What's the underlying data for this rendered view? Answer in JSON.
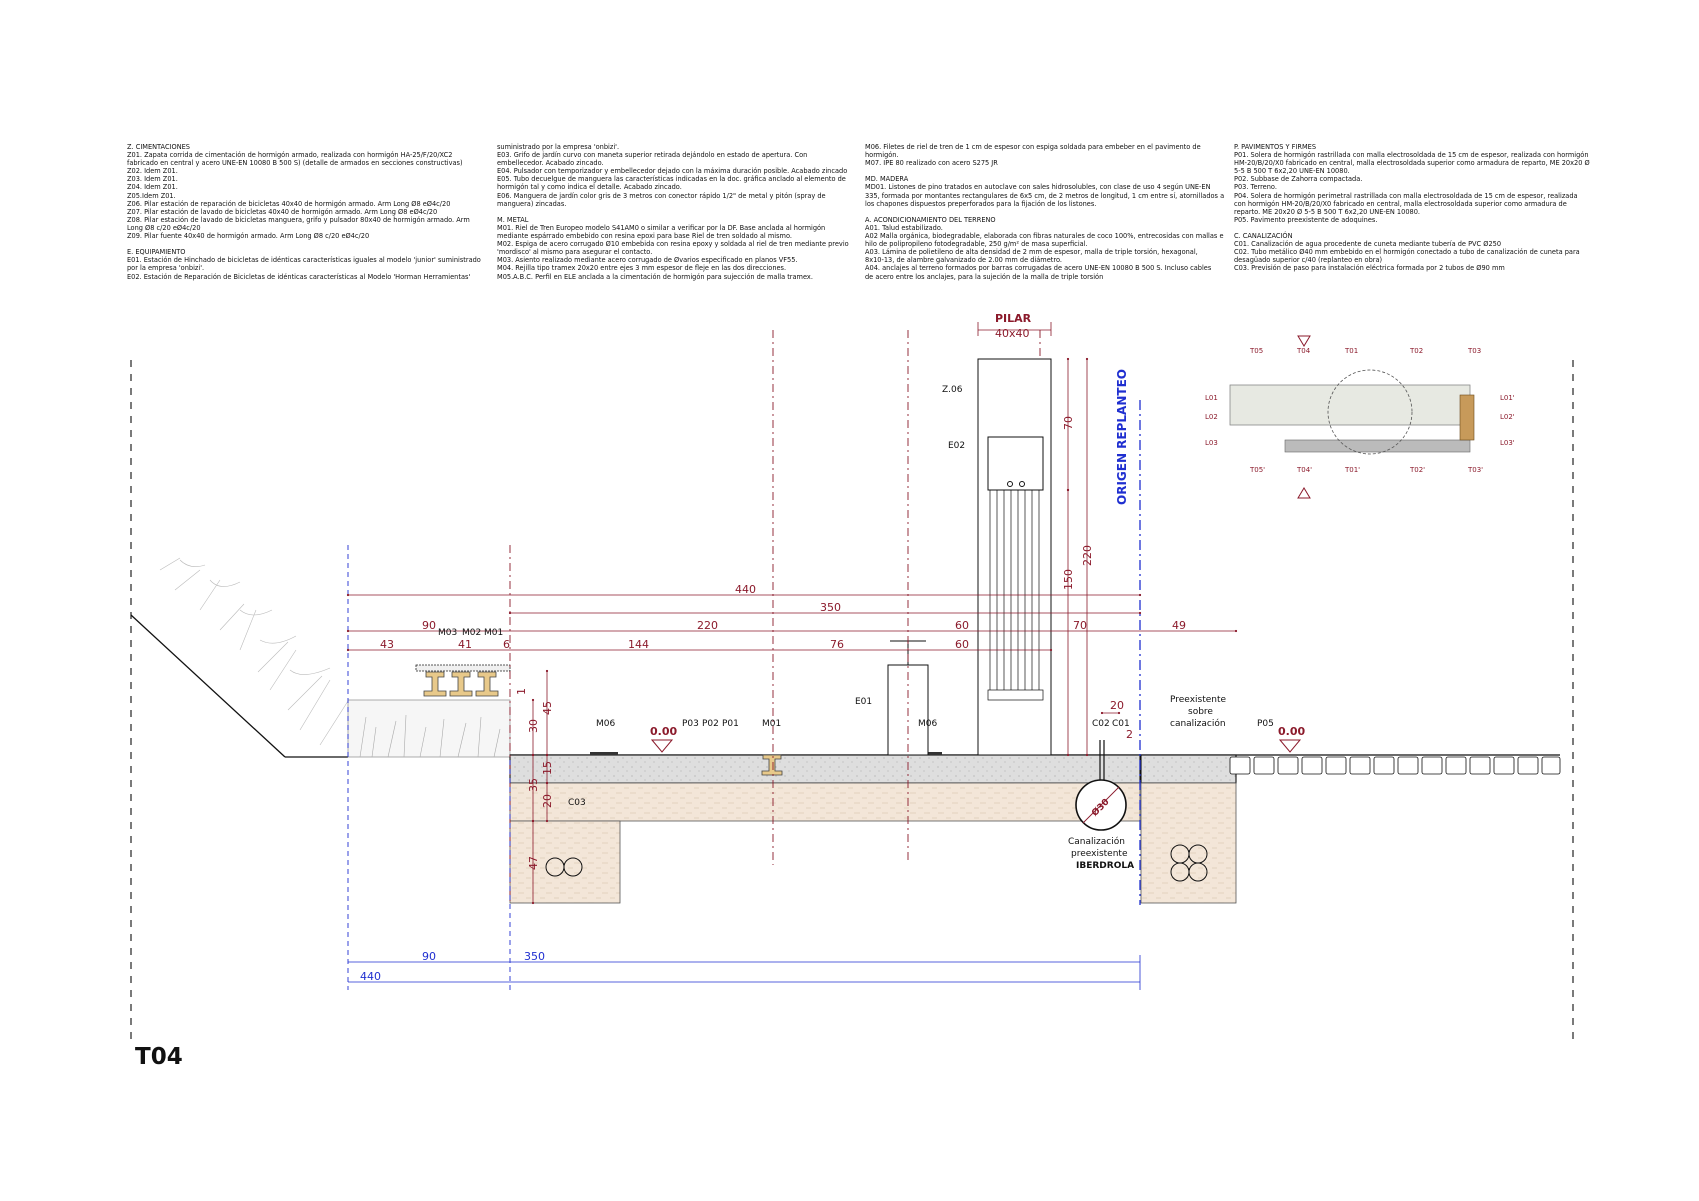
{
  "legend": {
    "col1": [
      "Z.         CIMENTACIONES",
      "Z01. Zapata corrida de cimentación de hormigón armado, realizada con hormigón HA-25/F/20/XC2",
      "fabricado en central y acero UNE-EN 10080 B 500 S) (detalle de armados en secciones constructivas)",
      "Z02. Idem Z01.",
      "Z03. Idem Z01.",
      "Z04. Idem Z01.",
      "Z05.Idem Z01.",
      "Z06. Pilar estación de reparación de bicicletas 40x40 de hormigón armado. Arm Long Ø8 eØ4c/20",
      "Z07. Pilar estación de lavado de bicicletas 40x40 de hormigón armado. Arm Long Ø8 eØ4c/20",
      "Z08. Pilar estación de lavado de bicicletas manguera, grifo y pulsador  80x40 de hormigón armado. Arm",
      "Long Ø8 c/20 eØ4c/20",
      "Z09. Pilar fuente 40x40 de hormigón armado. Arm Long Ø8 c/20 eØ4c/20",
      "",
      "E.         EQUIPAMIENTO",
      "E01. Estación de Hinchado de bicicletas de idénticas características iguales al modelo 'junior' suministrado",
      "por la empresa 'onbizi'.",
      "E02. Estación de Reparación de Bicicletas de idénticas características al Modelo 'Horman Herramientas'"
    ],
    "col2": [
      "suministrado por la empresa 'onbizi'.",
      "E03. Grifo de jardín curvo con maneta superior retirada dejándolo en estado de apertura. Con",
      "embellecedor. Acabado zincado.",
      "E04. Pulsador con temporizador y embellecedor dejado con la máxima duración posible. Acabado zincado",
      "E05. Tubo decuelgue de manguera las características indicadas en la doc. gráfica anclado al elemento de",
      "hormigón tal y como indica el detalle. Acabado zincado.",
      "E06. Manguera de jardín color gris de 3 metros con conector rápido 1/2\" de metal y pitón (spray de",
      "manguera) zincadas.",
      "",
      "M.         METAL",
      "M01.   Riel de Tren Europeo modelo S41AM0 o similar a verificar por la DF. Base anclada al hormigón",
      "mediante espárrado embebido con resina epoxi para base Riel de tren soldado al mismo.",
      "M02. Espiga de acero corrugado Ø10 embebida con resina epoxy y soldada al riel de tren mediante previo",
      "'mordisco' al mismo para asegurar el contacto.",
      "M03. Asiento realizado mediante acero corrugado de Øvarios especificado en planos VF55.",
      "M04. Rejilla tipo tramex 20x20 entre ejes 3 mm espesor de fleje en las dos direcciones.",
      "M05.A.B.C. Perfil en ELE anclada a la cimentación de hormigón para sujección de malla tramex."
    ],
    "col3": [
      "M06. Filetes de riel de tren de 1 cm de espesor con espiga soldada para embeber en el pavimento de",
      "hormigón.",
      "M07. IPE 80 realizado con acero S275 JR",
      "",
      "MD.      MADERA",
      "MD01. Listones de pino tratados en autoclave con sales hidrosolubles, con clase de uso 4 según UNE-EN",
      "335, formada por montantes rectangulares de 6x5 cm, de 2 metros de longitud, 1 cm entre sí, atornillados a",
      "los chapones dispuestos preperforados para la fijación de los listones.",
      "",
      "A.         ACONDICIONAMIENTO DEL TERRENO",
      "A01. Talud estabilizado.",
      "A02 Malla orgánica, biodegradable, elaborada con fibras naturales de coco 100%, entrecosidas con mallas e",
      "hilo de polipropileno fotodegradable, 250 g/m² de masa superficial.",
      "A03. Lámina de polietileno de alta densidad de 2 mm de espesor, malla de triple torsión, hexagonal,",
      "8x10-13, de alambre galvanizado de 2.00 mm de diámetro.",
      "A04. anclajes al terreno formados por barras corrugadas de acero UNE-EN 10080 B 500 S. Incluso cables",
      "de acero entre los anclajes, para la sujeción de la malla de triple torsión"
    ],
    "col4": [
      "P.         PAVIMENTOS Y FIRMES",
      "P01. Solera de hormigón rastrillada con malla electrosoldada de 15 cm de espesor, realizada con hormigón",
      "HM-20/B/20/X0 fabricado en central, malla electrosoldada superior como armadura de reparto, ME 20x20 Ø",
      "5-5 B 500 T 6x2,20 UNE-EN 10080.",
      "P02. Subbase de Zahorra compactada.",
      "P03. Terreno.",
      "P04.  Solera de hormigón perimetral rastrillada con malla electrosoldada de 15 cm de espesor, realizada",
      "con hormigón HM-20/B/20/X0 fabricado en central, malla electrosoldada superior como armadura de",
      "reparto. ME 20x20 Ø 5-5 B 500 T 6x2,20 UNE-EN 10080.",
      "P05. Pavimento preexistente de adoquines.",
      "",
      "C.         CANALIZACIÓN",
      "C01. Canalización de agua procedente de cuneta mediante tubería de PVC Ø250",
      "C02. Tubo metálico Ø40 mm embebido en el hormigón conectado a tubo de canalización de cuneta para",
      "desagüado superior c/40 (replanteo en obra)",
      "C03. Previsión de paso para instalación eléctrica formada por 2 tubos de Ø90 mm"
    ]
  },
  "labels": {
    "pilar_title": "PILAR",
    "pilar_size": "40x40",
    "z06": "Z.06",
    "e02": "E02",
    "e01": "E01",
    "origen": "ORIGEN REPLANTEO",
    "m03": "M03",
    "m02": "M02",
    "m01_top": "M01",
    "m06_left": "M06",
    "m06_right": "M06",
    "m01": "M01",
    "p03": "P03",
    "p02": "P02",
    "p01": "P01",
    "c02": "C02",
    "c01": "C01",
    "c03": "C03",
    "p05": "P05",
    "level_left": "0.00",
    "level_right": "0.00",
    "preexistente": [
      "Preexistente",
      "sobre",
      "canalización"
    ],
    "canal_iberdrola": [
      "Canalización",
      "preexistente",
      "IBERDROLA"
    ],
    "pipe_dia": "Ø30",
    "sheet_id": "T04"
  },
  "dims": {
    "d440": "440",
    "d350": "350",
    "d90": "90",
    "d220": "220",
    "d60a": "60",
    "d70": "70",
    "d49": "49",
    "d43": "43",
    "d41": "41",
    "d6": "6",
    "d144": "144",
    "d76": "76",
    "d60b": "60",
    "d20": "20",
    "d2": "2",
    "v70": "70",
    "v150": "150",
    "v220": "220",
    "v30": "30",
    "v45": "45",
    "v1": "1",
    "v15": "15",
    "v35": "35",
    "v20": "20",
    "v47": "47",
    "b90": "90",
    "b350": "350",
    "b440": "440"
  },
  "keyplan": {
    "top": [
      "T05",
      "T04",
      "T01",
      "T02",
      "T03"
    ],
    "bottom": [
      "T05'",
      "T04'",
      "T01'",
      "T02'",
      "T03'"
    ],
    "left": [
      "L01",
      "L02",
      "L03"
    ],
    "right": [
      "L01'",
      "L02'",
      "L03'"
    ]
  },
  "colors": {
    "dim_red": "#8b1a2b",
    "dim_blue": "#1f2fd0",
    "sand": "#f3e6d8",
    "concrete": "#dcdcdc"
  }
}
